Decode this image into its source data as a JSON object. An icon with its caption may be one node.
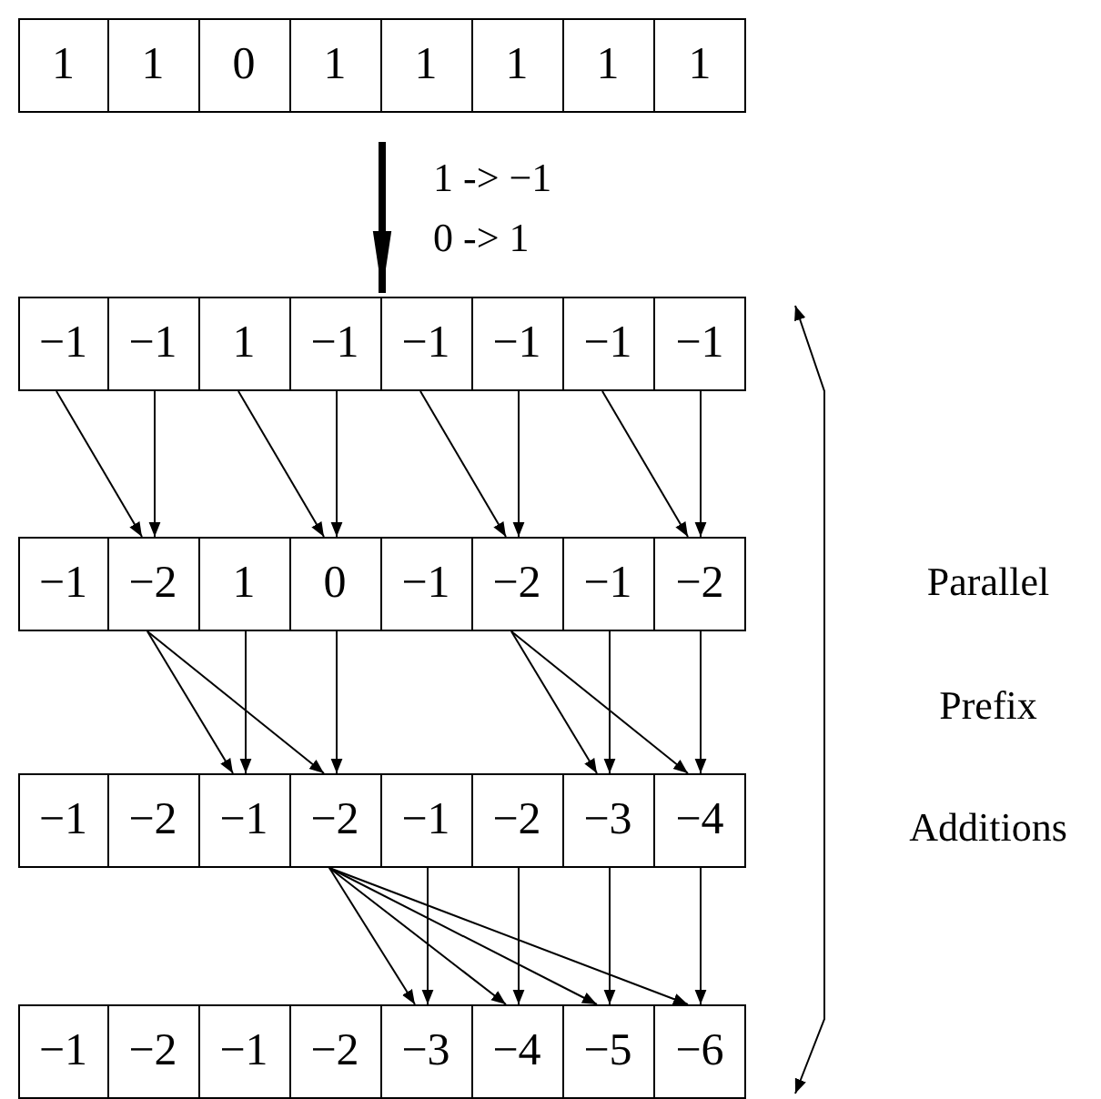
{
  "diagram": {
    "nodes": [
      {
        "text": [],
        "shape": "box"
      },
      {
        "text": [
          "1"
        ],
        "in": 0
      },
      {
        "text": [
          "1"
        ],
        "in": 0
      },
      {
        "text": [
          "0"
        ],
        "in": 0
      },
      {
        "text": [
          "1"
        ],
        "in": 0
      },
      {
        "text": [
          "1"
        ],
        "in": 0
      },
      {
        "text": [
          "1"
        ],
        "in": 0
      },
      {
        "text": [
          "1"
        ],
        "in": 0
      },
      {
        "text": [
          "1"
        ],
        "in": 0
      },
      {
        "text": [],
        "shape": "box"
      },
      {
        "text": [
          "−1"
        ],
        "in": 9
      },
      {
        "text": [
          "−1"
        ],
        "in": 9
      },
      {
        "text": [
          "1"
        ],
        "in": 9
      },
      {
        "text": [
          "−1"
        ],
        "in": 9
      },
      {
        "text": [
          "−1"
        ],
        "in": 9
      },
      {
        "text": [
          "−1"
        ],
        "in": 9
      },
      {
        "text": [
          "−1"
        ],
        "in": 9
      },
      {
        "text": [
          "−1"
        ],
        "in": 9
      },
      {
        "text": [],
        "shape": "box"
      },
      {
        "text": [
          "−1"
        ],
        "in": 18
      },
      {
        "text": [
          "−2"
        ],
        "in": 18
      },
      {
        "text": [
          "1"
        ],
        "in": 18
      },
      {
        "text": [
          "0"
        ],
        "in": 18
      },
      {
        "text": [
          "−1"
        ],
        "in": 18
      },
      {
        "text": [
          "−2"
        ],
        "in": 18
      },
      {
        "text": [
          "−1"
        ],
        "in": 18
      },
      {
        "text": [
          "−2"
        ],
        "in": 18
      },
      {
        "text": [],
        "shape": "box"
      },
      {
        "text": [
          "−1"
        ],
        "in": 27
      },
      {
        "text": [
          "−2"
        ],
        "in": 27
      },
      {
        "text": [
          "−1"
        ],
        "in": 27
      },
      {
        "text": [
          "−2"
        ],
        "in": 27
      },
      {
        "text": [
          "−1"
        ],
        "in": 27
      },
      {
        "text": [
          "−2"
        ],
        "in": 27
      },
      {
        "text": [
          "−3"
        ],
        "in": 27
      },
      {
        "text": [
          "−4"
        ],
        "in": 27
      },
      {
        "text": [],
        "shape": "box"
      },
      {
        "text": [
          "−1"
        ],
        "in": 36
      },
      {
        "text": [
          "−2"
        ],
        "in": 36
      },
      {
        "text": [
          "−1"
        ],
        "in": 36
      },
      {
        "text": [
          "−2"
        ],
        "in": 36
      },
      {
        "text": [
          "−3"
        ],
        "in": 36
      },
      {
        "text": [
          "−4"
        ],
        "in": 36
      },
      {
        "text": [
          "−5"
        ],
        "in": 36
      },
      {
        "text": [
          "−6"
        ],
        "in": 36
      }
    ],
    "edges": [
      {
        "from": 0,
        "to": 9,
        "arrow": "to",
        "style": "thick"
      },
      {
        "from": 10,
        "to": 20,
        "arrow": "to"
      },
      {
        "from": 11,
        "to": 20,
        "arrow": "to"
      },
      {
        "from": 12,
        "to": 22,
        "arrow": "to"
      },
      {
        "from": 13,
        "to": 22,
        "arrow": "to"
      },
      {
        "from": 14,
        "to": 24,
        "arrow": "to"
      },
      {
        "from": 15,
        "to": 24,
        "arrow": "to"
      },
      {
        "from": 16,
        "to": 26,
        "arrow": "to"
      },
      {
        "from": 17,
        "to": 26,
        "arrow": "to"
      },
      {
        "from": 20,
        "to": 30,
        "arrow": "to"
      },
      {
        "from": 21,
        "to": 30,
        "arrow": "to"
      },
      {
        "from": 20,
        "to": 31,
        "arrow": "to"
      },
      {
        "from": 22,
        "to": 31,
        "arrow": "to"
      },
      {
        "from": 24,
        "to": 34,
        "arrow": "to"
      },
      {
        "from": 25,
        "to": 34,
        "arrow": "to"
      },
      {
        "from": 24,
        "to": 35,
        "arrow": "to"
      },
      {
        "from": 26,
        "to": 35,
        "arrow": "to"
      },
      {
        "from": 31,
        "to": 41,
        "arrow": "to"
      },
      {
        "from": 32,
        "to": 41,
        "arrow": "to"
      },
      {
        "from": 31,
        "to": 42,
        "arrow": "to"
      },
      {
        "from": 33,
        "to": 42,
        "arrow": "to"
      },
      {
        "from": 31,
        "to": 43,
        "arrow": "to"
      },
      {
        "from": 34,
        "to": 43,
        "arrow": "to"
      },
      {
        "from": 31,
        "to": 44,
        "arrow": "to"
      },
      {
        "from": 35,
        "to": 44,
        "arrow": "to"
      }
    ],
    "labels": [
      "1 -> −1",
      "0 -> 1",
      "Parallel",
      "Prefix",
      "Additions"
    ]
  }
}
